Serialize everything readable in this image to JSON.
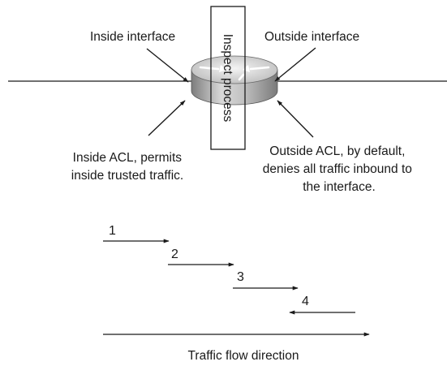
{
  "labels": {
    "inside_interface": "Inside interface",
    "outside_interface": "Outside interface",
    "inspect_process": "Inspect process",
    "inside_acl_line1": "Inside ACL, permits",
    "inside_acl_line2": "inside trusted traffic.",
    "outside_acl_line1": "Outside ACL, by default,",
    "outside_acl_line2": "denies all traffic inbound to",
    "outside_acl_line3": "the interface.",
    "step_1": "1",
    "step_2": "2",
    "step_3": "3",
    "step_4": "4",
    "traffic_flow": "Traffic flow direction"
  },
  "icons": {
    "router": "router-icon"
  },
  "colors": {
    "stroke": "#1a1a1a",
    "router_light": "#e6e6e6",
    "router_dark": "#8a8a8a"
  }
}
